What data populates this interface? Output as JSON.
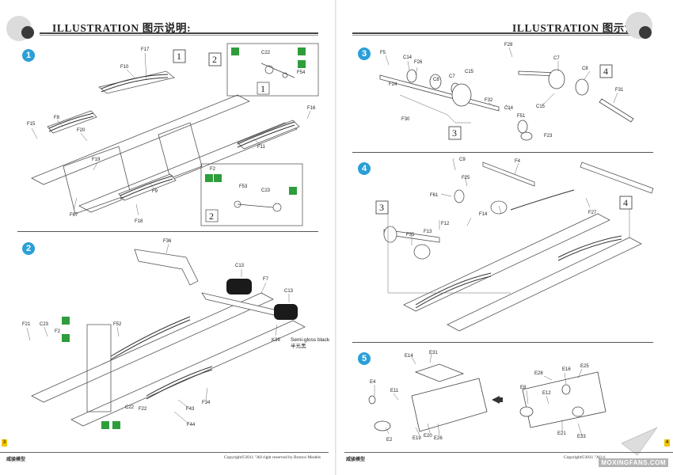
{
  "header": {
    "left_title": "ILLUSTRATION 图示说明:",
    "right_title": "ILLUSTRATION 图示说明:"
  },
  "steps": [
    {
      "number": "1",
      "parts": [
        "F17",
        "F10",
        "F16",
        "F15",
        "F8",
        "F20",
        "F19",
        "F11",
        "F9",
        "F67",
        "F18",
        "C22",
        "F54",
        "F53",
        "C23",
        "F2"
      ],
      "ref_boxes": [
        "1",
        "2",
        "1",
        "2"
      ]
    },
    {
      "number": "2",
      "parts": [
        "F36",
        "C13",
        "F7",
        "C13",
        "F21",
        "C23",
        "F52",
        "K39",
        "F43",
        "F34",
        "C22",
        "F22",
        "F44",
        "F2"
      ],
      "note_en": "Semi-gloss black",
      "note_cn": "半光黑"
    },
    {
      "number": "3",
      "parts": [
        "F5",
        "F24",
        "C14",
        "F26",
        "C8",
        "C7",
        "C15",
        "F28",
        "C7",
        "C8",
        "F31",
        "C15",
        "F30",
        "F32",
        "C14",
        "F51",
        "F23"
      ],
      "ref_boxes": [
        "3",
        "4"
      ]
    },
    {
      "number": "4",
      "parts": [
        "C9",
        "F4",
        "F61",
        "F25",
        "F13",
        "F12",
        "F14",
        "F35",
        "F27"
      ],
      "ref_boxes": [
        "3",
        "4"
      ]
    },
    {
      "number": "5",
      "parts": [
        "E14",
        "E31",
        "E4",
        "E11",
        "E2",
        "E19",
        "E20",
        "E26",
        "E8",
        "E28",
        "E16",
        "E25",
        "E12",
        "E21",
        "E33"
      ]
    }
  ],
  "footer": {
    "left_brand": "威骏模型",
    "left_copy": "Copyright©2011  \"All right reserved by Bronco Models",
    "right_brand": "威骏模型",
    "right_copy": "Copyright©2011  \"All ri",
    "left_page": "3",
    "right_page": "4",
    "watermark": "MOXINGFANS.COM"
  },
  "colors": {
    "step_badge": "#2a9fd8",
    "glue_green": "#2e9d3b",
    "paint_yellow": "#e0b000",
    "black_part": "#1a1a1a"
  }
}
